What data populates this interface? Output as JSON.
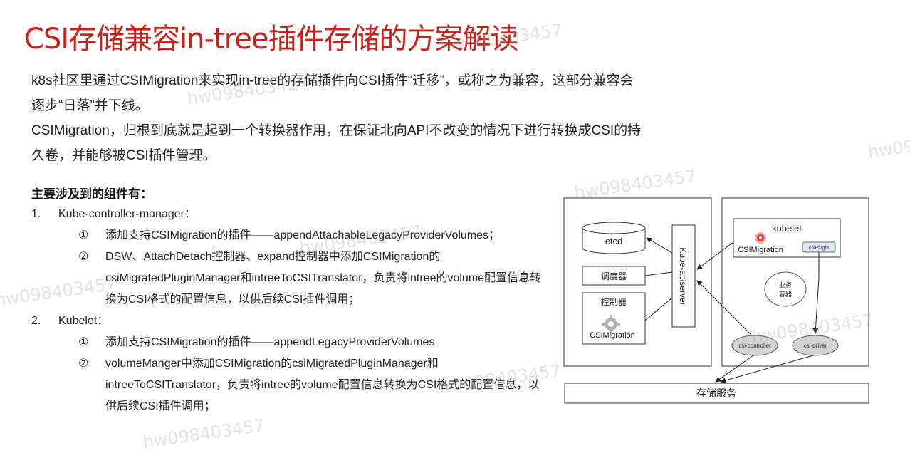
{
  "title": "CSI存储兼容in-tree插件存储的方案解读",
  "intro": [
    "k8s社区里通过CSIMigration来实现in-tree的存储插件向CSI插件“迁移”，或称之为兼容，这部分兼容会逐步“日落”并下线。",
    "CSIMigration，归根到底就是起到一个转换器作用，在保证北向API不改变的情况下进行转换成CSI的持久卷，并能够被CSI插件管理。"
  ],
  "section_heading": "主要涉及到的组件有：",
  "items": [
    {
      "num": "1.",
      "name": "Kube-controller-manager：",
      "subs": [
        {
          "mark": "①",
          "text": "添加支持CSIMigration的插件——appendAttachableLegacyProviderVolumes；"
        },
        {
          "mark": "②",
          "text": "DSW、AttachDetach控制器、expand控制器中添加CSIMigration的csiMigratedPluginManager和intreeToCSITranslator，负责将intree的volume配置信息转换为CSI格式的配置信息，以供后续CSI插件调用；"
        }
      ]
    },
    {
      "num": "2.",
      "name": "Kubelet：",
      "subs": [
        {
          "mark": "①",
          "text": "添加支持CSIMigration的插件——appendLegacyProviderVolumes"
        },
        {
          "mark": "②",
          "text": "volumeManger中添加CSIMigration的csiMigratedPluginManager和intreeToCSITranslator，负责将intree的volume配置信息转换为CSI格式的配置信息，以供后续CSI插件调用；"
        }
      ]
    }
  ],
  "diagram": {
    "etcd": "etcd",
    "scheduler": "调度器",
    "controller": "控制器",
    "csimigration": "CSIMigration",
    "apiserver": "Kube-apiserver",
    "kubelet": "kubelet",
    "csiplugin": "csiPlugin",
    "business_container_line1": "业务",
    "business_container_line2": "容器",
    "csi_controller": "csi-controller",
    "csi_driver": "csi-driver",
    "storage_service": "存储服务"
  },
  "watermark": "hw098403457"
}
